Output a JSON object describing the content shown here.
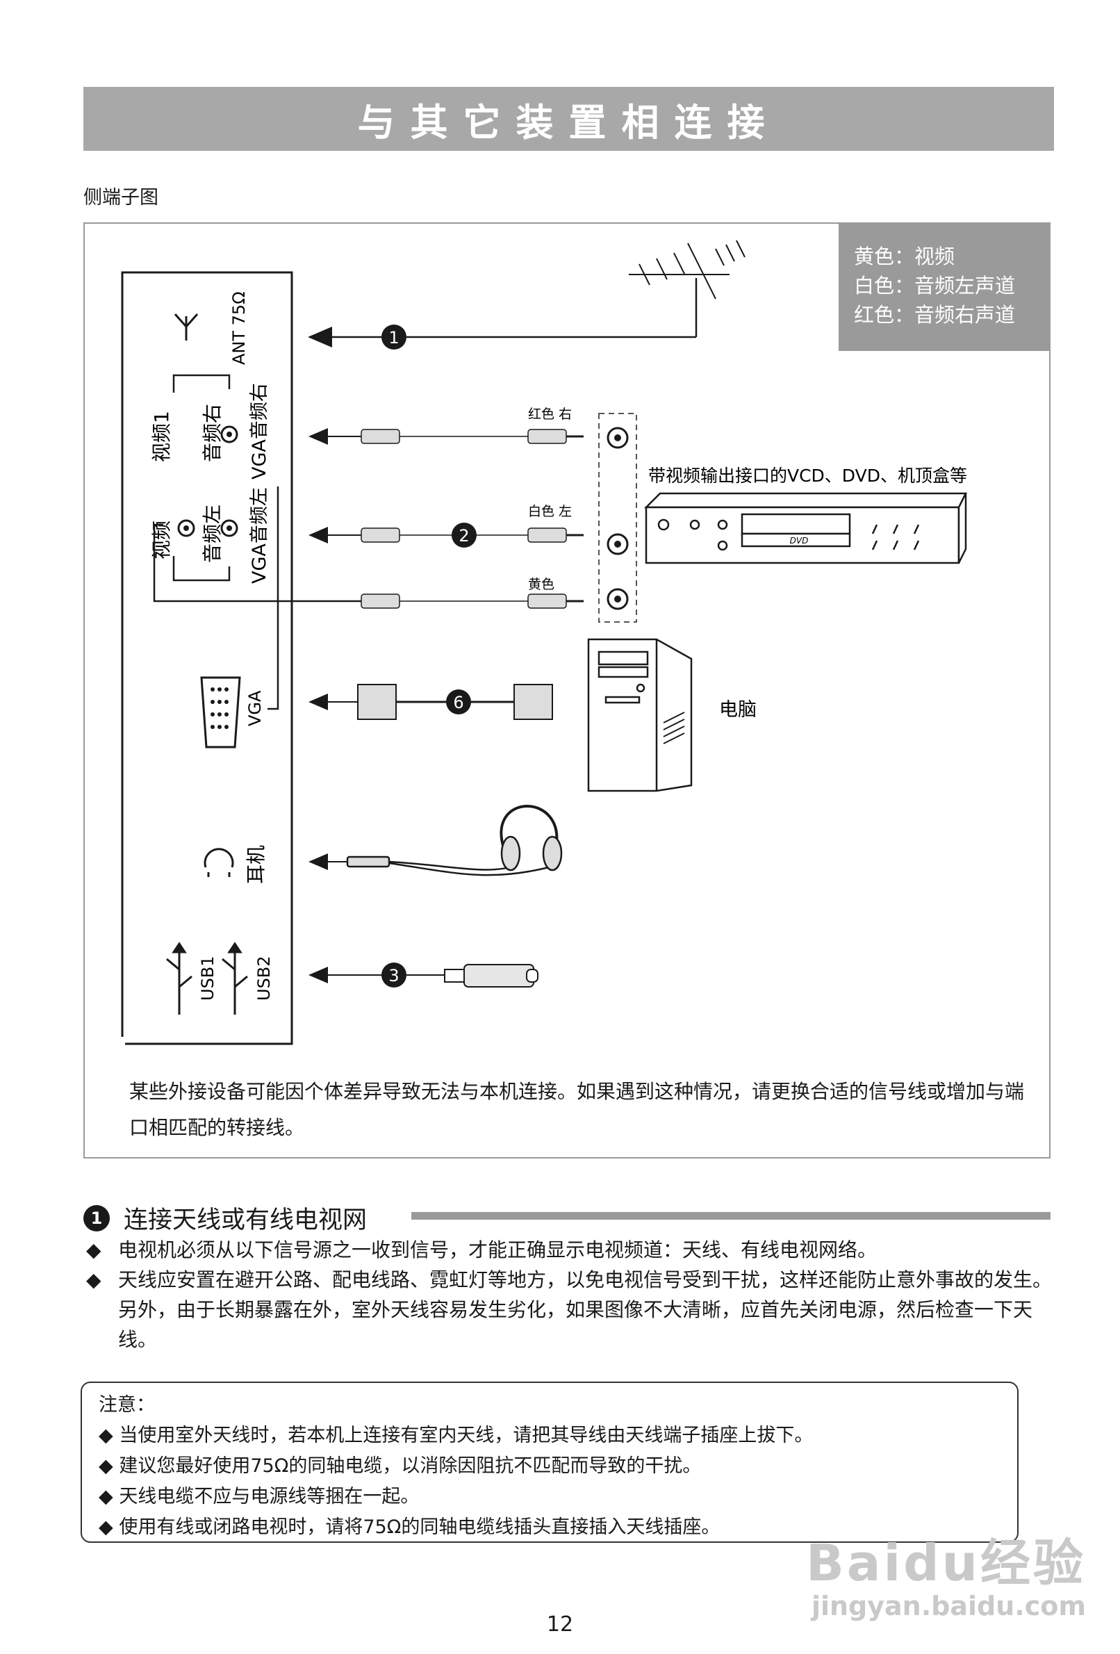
{
  "header": {
    "title": "与其它装置相连接"
  },
  "diagram": {
    "caption": "侧端子图",
    "legend": [
      "黄色：视频",
      "白色：音频左声道",
      "红色：音频右声道"
    ],
    "panel_labels": {
      "ant": "ANT 75Ω",
      "video1": "视频1",
      "audio_r": "音频右",
      "vga_audio_r": "VGA音频右",
      "video": "视频",
      "audio_l": "音频左",
      "vga_audio_l": "VGA音频左",
      "vga": "VGA",
      "earphone": "耳机",
      "usb1": "USB1",
      "usb2": "USB2"
    },
    "cable_labels": {
      "red_right": "红色 右",
      "white_left": "白色 左",
      "yellow": "黄色"
    },
    "device_labels": {
      "player": "带视频输出接口的VCD、DVD、机顶盒等",
      "dvd_logo": "DVD",
      "computer": "电脑"
    },
    "markers": [
      "1",
      "2",
      "6",
      "3"
    ],
    "note": "某些外接设备可能因个体差异导致无法与本机连接。如果遇到这种情况，请更换合适的信号线或增加与端口相匹配的转接线。"
  },
  "section1": {
    "number": "1",
    "heading": "连接天线或有线电视网",
    "bullet_symbol": "◆",
    "bullets": [
      "电视机必须从以下信号源之一收到信号，才能正确显示电视频道：天线、有线电视网络。",
      "天线应安置在避开公路、配电线路、霓虹灯等地方，以免电视信号受到干扰，这样还能防止意外事故的发生。另外，由于长期暴露在外，室外天线容易发生劣化，如果图像不大清晰，应首先关闭电源，然后检查一下天线。"
    ]
  },
  "notice": {
    "title": "注意：",
    "items": [
      "当使用室外天线时，若本机上连接有室内天线，请把其导线由天线端子插座上拔下。",
      "建议您最好使用75Ω的同轴电缆，以消除因阻抗不匹配而导致的干扰。",
      "天线电缆不应与电源线等捆在一起。",
      "使用有线或闭路电视时，请将75Ω的同轴电缆线插头直接插入天线插座。"
    ]
  },
  "page_number": "12",
  "watermark": {
    "line1": "Baidu经验",
    "line2": "jingyan.baidu.com"
  }
}
